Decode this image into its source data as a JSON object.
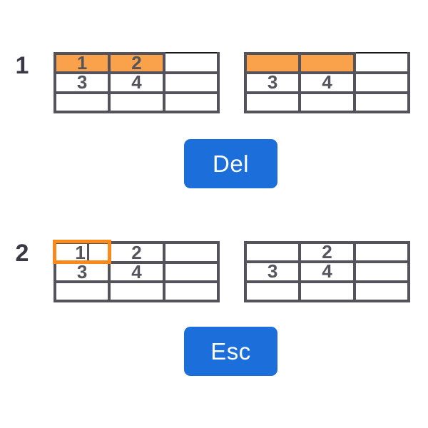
{
  "colors": {
    "table_border": "#54535C",
    "cell_highlight": "#F9A24B",
    "selection_border": "#F8891A",
    "key_blue": "#1C6FDB",
    "key_text": "#FFFFFF",
    "digit": "#55545D",
    "step_label": "#3B3845",
    "artifact_line": "#17171C"
  },
  "steps": [
    {
      "label": "1",
      "key": "Del",
      "before": {
        "rows": [
          [
            "1",
            "2",
            ""
          ],
          [
            "3",
            "4",
            ""
          ],
          [
            "",
            "",
            ""
          ]
        ],
        "highlighted_cells": "row 1, columns 1-2 (orange fill)"
      },
      "after": {
        "rows": [
          [
            "",
            "",
            ""
          ],
          [
            "3",
            "4",
            ""
          ],
          [
            "",
            "",
            ""
          ]
        ],
        "highlighted_cells": "row 1, columns 1-2 (orange fill, contents deleted)"
      }
    },
    {
      "label": "2",
      "key": "Esc",
      "before": {
        "rows": [
          [
            "1",
            "2",
            ""
          ],
          [
            "3",
            "4",
            ""
          ],
          [
            "",
            "",
            ""
          ]
        ],
        "editing_cell": "row 1, column 1 (orange selection border with text cursor after 1)"
      },
      "after": {
        "rows": [
          [
            "",
            "2",
            ""
          ],
          [
            "3",
            "4",
            ""
          ],
          [
            "",
            "",
            ""
          ]
        ]
      }
    }
  ]
}
